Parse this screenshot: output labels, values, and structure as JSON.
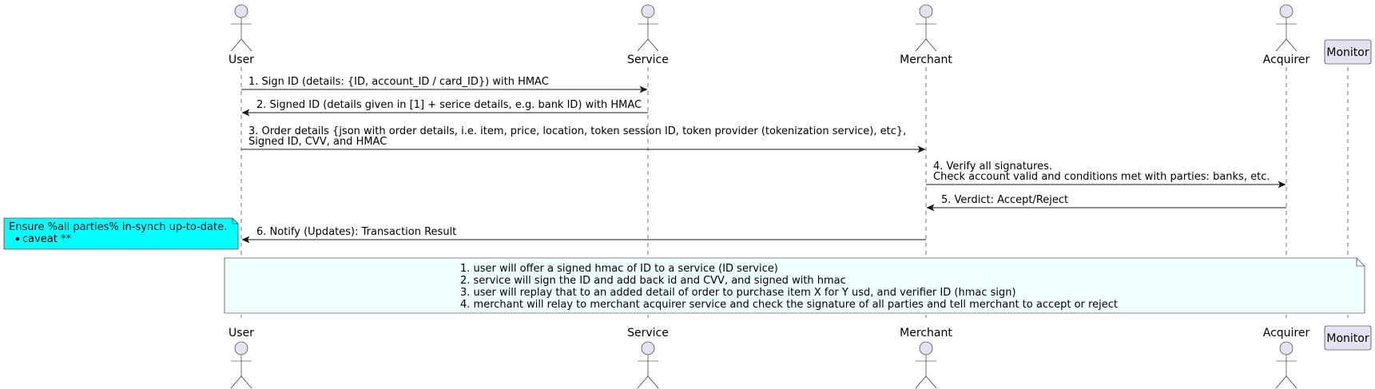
{
  "participants": [
    {
      "id": "user",
      "name": "User",
      "kind": "actor"
    },
    {
      "id": "service",
      "name": "Service",
      "kind": "actor"
    },
    {
      "id": "merchant",
      "name": "Merchant",
      "kind": "actor"
    },
    {
      "id": "acquirer",
      "name": "Acquirer",
      "kind": "actor"
    },
    {
      "id": "monitor",
      "name": "Monitor",
      "kind": "box"
    }
  ],
  "messages": [
    {
      "from": "user",
      "to": "service",
      "lines": [
        "1. Sign ID (details: {ID, account_ID / card_ID}) with HMAC"
      ]
    },
    {
      "from": "service",
      "to": "user",
      "lines": [
        "2. Signed ID (details given in [1] + serice details, e.g. bank ID) with HMAC"
      ]
    },
    {
      "from": "user",
      "to": "merchant",
      "lines": [
        "3. Order details {json with order details, i.e. item, price, location, token session ID, token provider (tokenization service), etc},",
        " Signed ID, CVV, and HMAC"
      ]
    },
    {
      "from": "merchant",
      "to": "acquirer",
      "lines": [
        "4. Verify all signatures.",
        " Check account valid and conditions met with parties: banks, etc."
      ]
    },
    {
      "from": "acquirer",
      "to": "merchant",
      "lines": [
        "5. Verdict: Accept/Reject"
      ]
    },
    {
      "from": "merchant",
      "to": "user",
      "lines": [
        "6. Notify (Updates): Transaction Result"
      ]
    }
  ],
  "side_note": {
    "text": "Ensure %all parties% in-synch up-to-date.",
    "bullet": "caveat **",
    "fill": "#00ffff"
  },
  "bottom_note": {
    "lines": [
      "1. user will offer a signed hmac of ID to a service (ID service)",
      "2. service will sign the ID and add back id and CVV, and signed with hmac",
      "3. user will replay that to an added detail of order to purchase item X for Y usd, and verifier ID (hmac sign)",
      "4. merchant will relay to merchant acquirer service and check the signature of all parties and tell merchant to accept or reject"
    ],
    "fill": "#f0ffff"
  },
  "colors": {
    "actor_fill": "#e2e2f0",
    "actor_stroke": "#181818",
    "lifeline": "#181818",
    "arrow": "#181818"
  }
}
